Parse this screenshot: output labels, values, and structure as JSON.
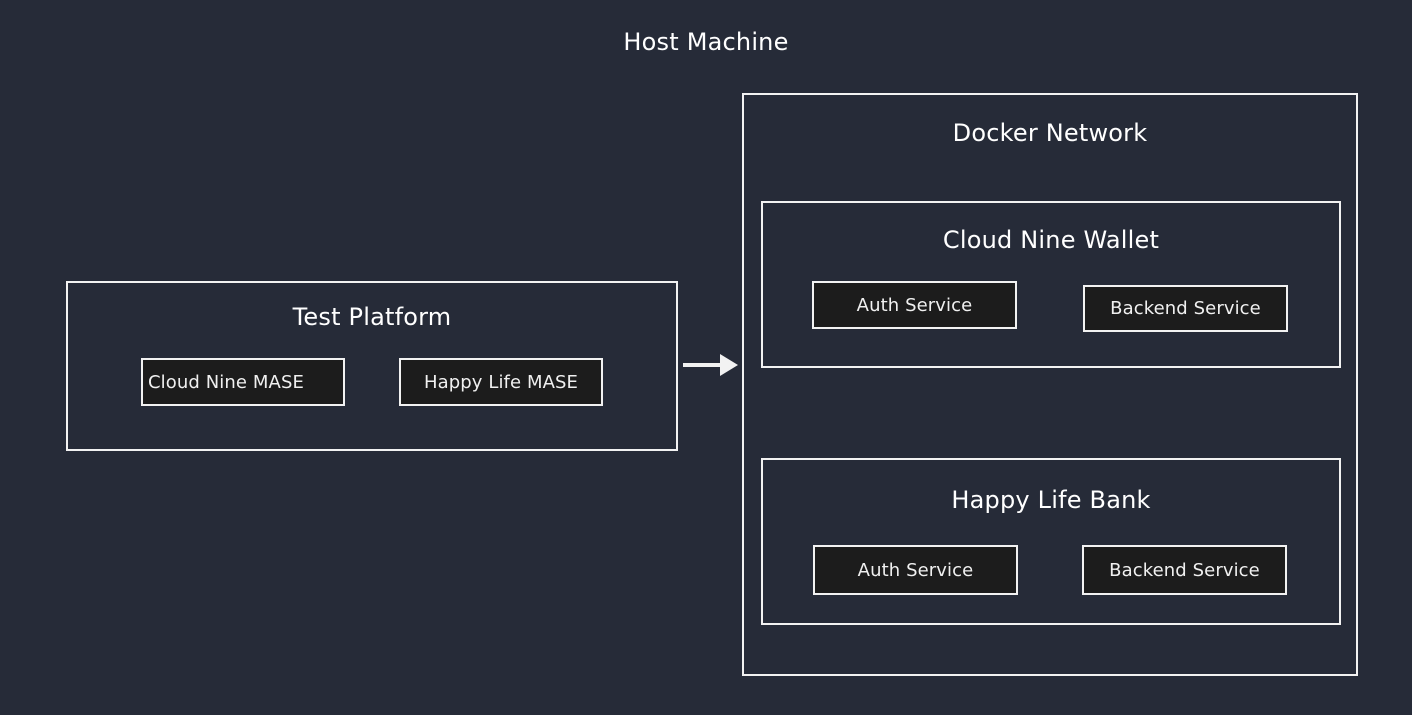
{
  "diagram": {
    "title": "Host Machine",
    "background_color": "#262b38",
    "border_color": "#f2f2f2",
    "service_fill_color": "#1c1c1c",
    "text_color": "#ffffff"
  },
  "test_platform": {
    "title": "Test Platform",
    "services": [
      {
        "label": "Cloud Nine MASE"
      },
      {
        "label": "Happy Life MASE"
      }
    ]
  },
  "docker_network": {
    "title": "Docker Network",
    "groups": [
      {
        "title": "Cloud Nine Wallet",
        "services": [
          {
            "label": "Auth Service"
          },
          {
            "label": "Backend Service"
          }
        ]
      },
      {
        "title": "Happy Life Bank",
        "services": [
          {
            "label": "Auth Service"
          },
          {
            "label": "Backend Service"
          }
        ]
      }
    ]
  },
  "connector": {
    "name": "test-platform-to-docker-network-arrow",
    "direction": "right"
  }
}
